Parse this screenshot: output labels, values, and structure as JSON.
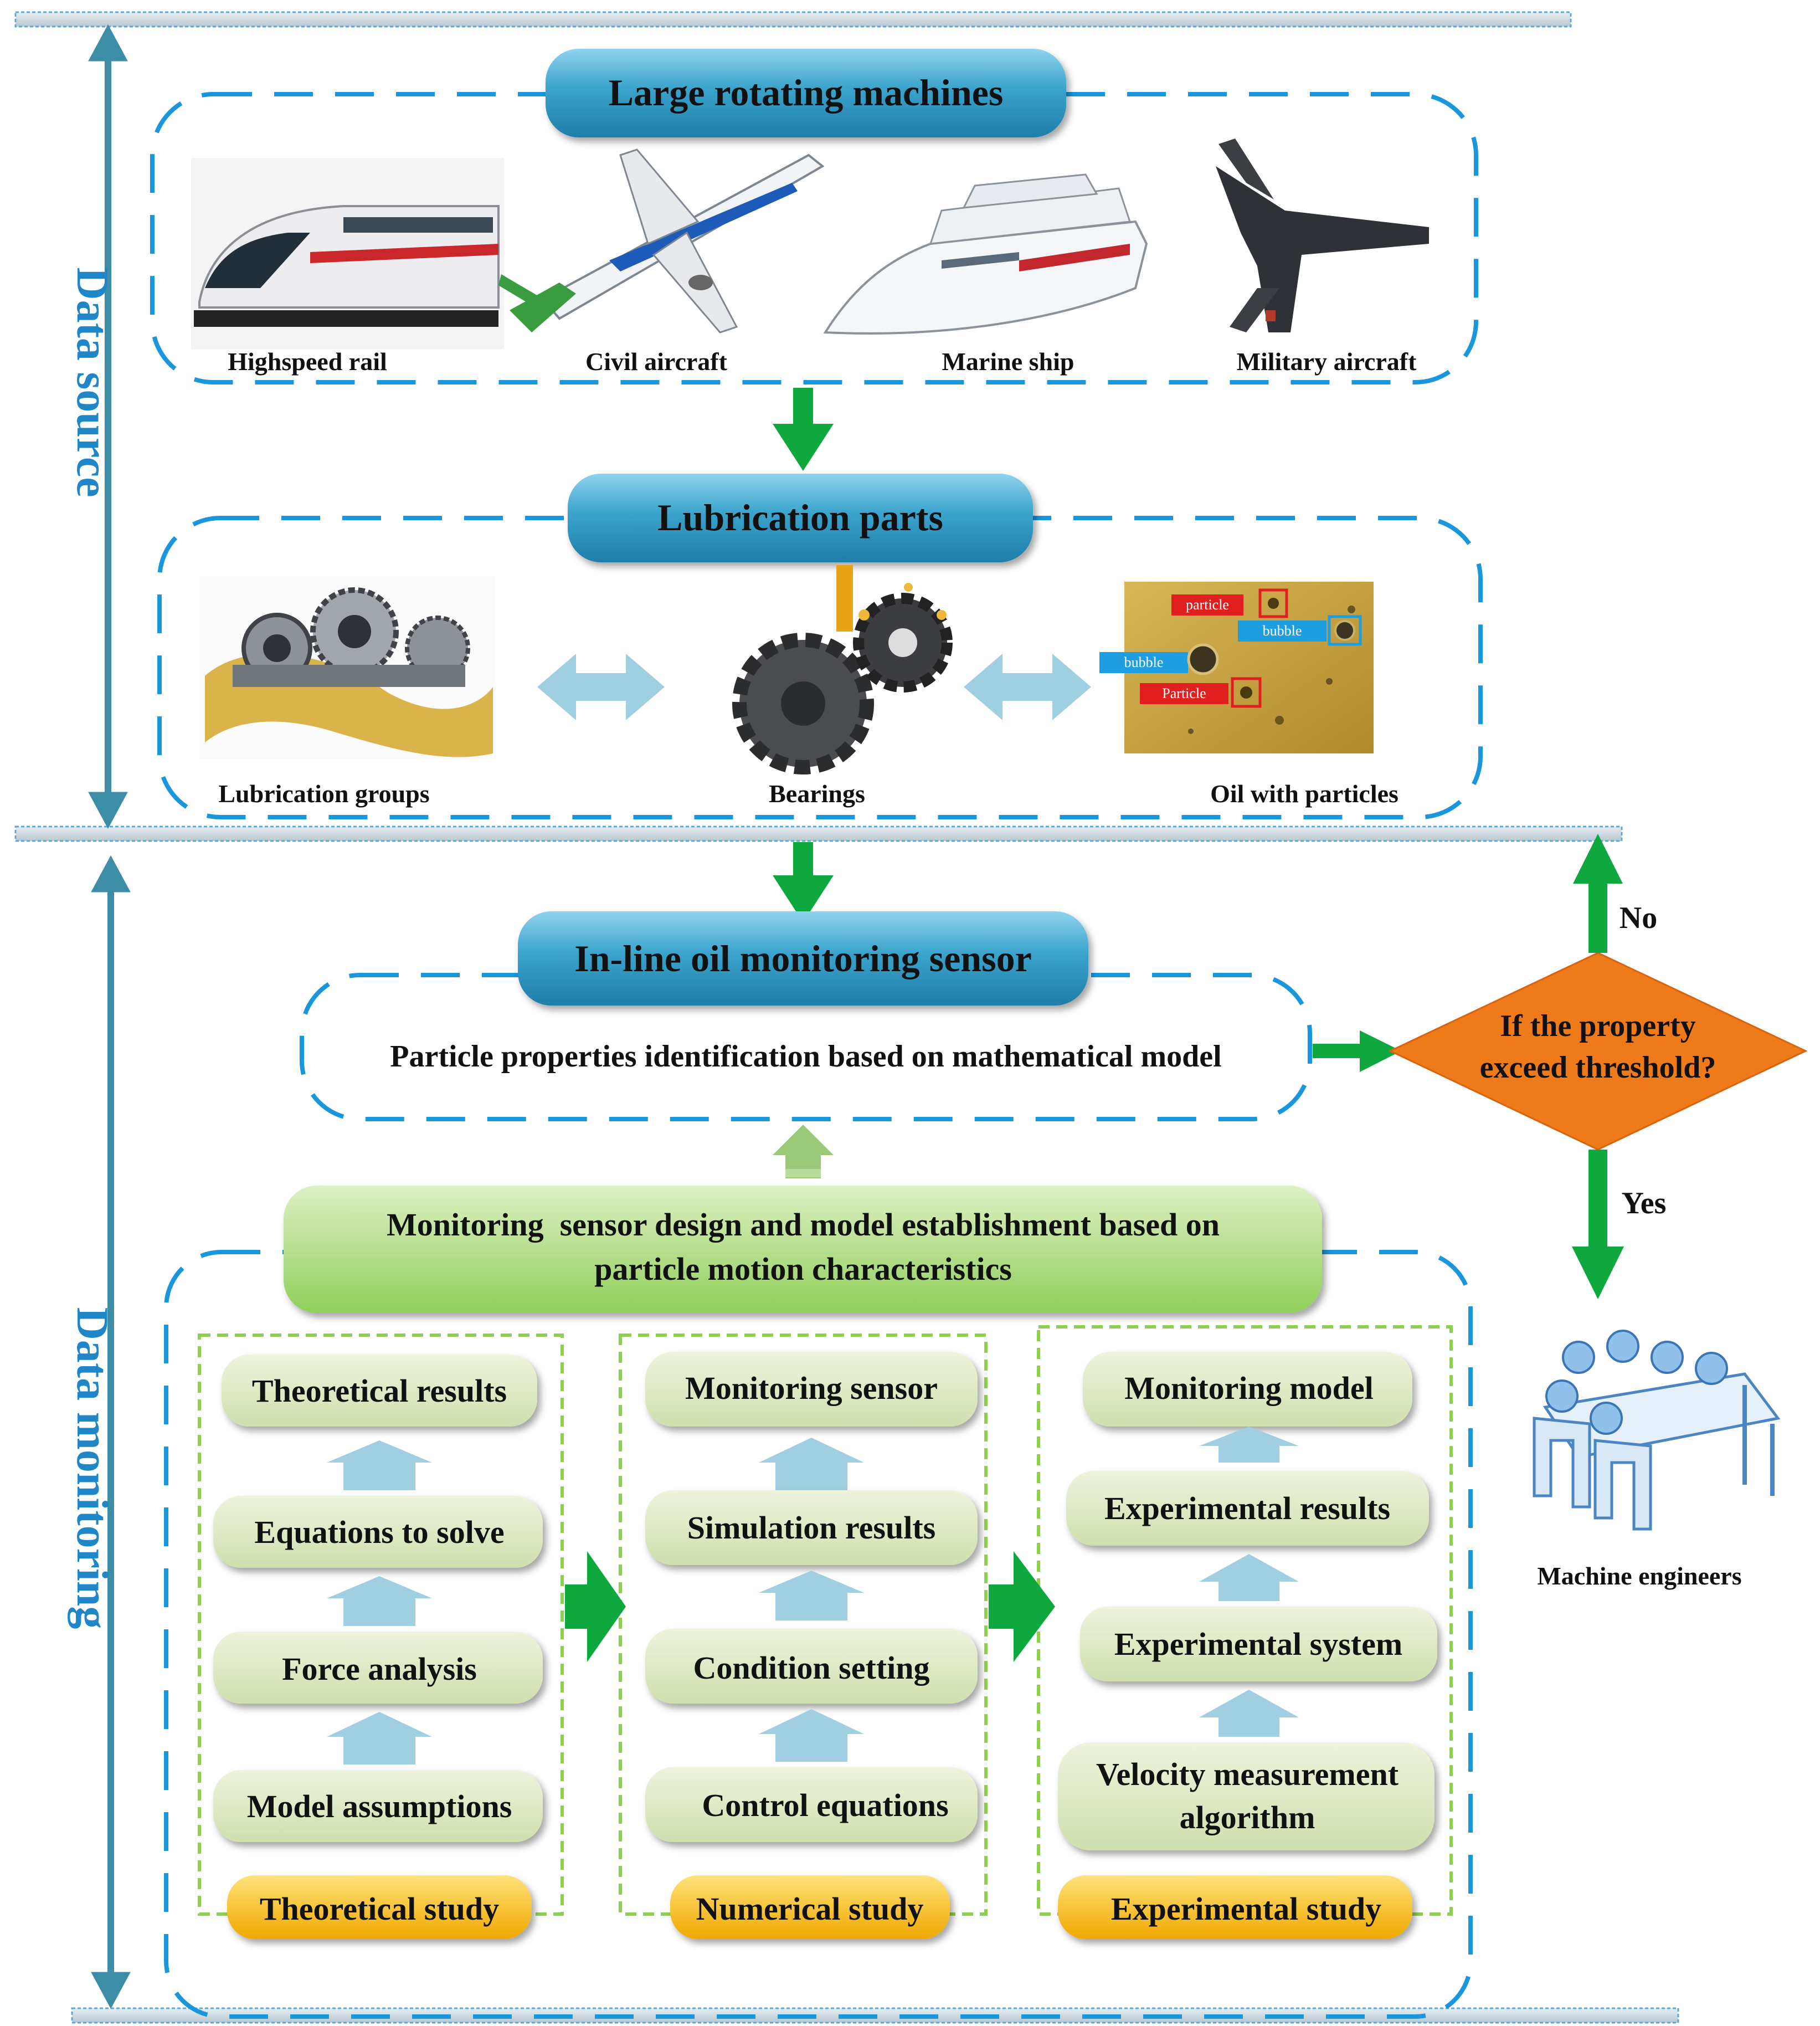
{
  "side_labels": {
    "data_source": "Data source",
    "data_monitoring": "Data monitoring"
  },
  "top_section": {
    "title": "Large rotating machines",
    "items": [
      "Highspeed rail",
      "Civil aircraft",
      "Marine ship",
      "Military aircraft"
    ]
  },
  "lubrication": {
    "title": "Lubrication parts",
    "items": [
      "Lubrication groups",
      "Bearings",
      "Oil with particles"
    ],
    "oil_labels": [
      "particle",
      "bubble",
      "bubble",
      "Particle"
    ]
  },
  "sensor": {
    "title": "In-line oil monitoring sensor",
    "subtitle": "Particle properties identification based on mathematical model"
  },
  "decision": {
    "text_line1": "If the property",
    "text_line2": "exceed threshold?",
    "no": "No",
    "yes": "Yes",
    "engineers": "Machine engineers"
  },
  "model_section": {
    "title_line1": "Monitoring  sensor design and model establishment based on",
    "title_line2": "particle motion characteristics",
    "columns": [
      {
        "label": "Theoretical study",
        "steps": [
          "Theoretical results",
          "Equations to solve",
          "Force analysis",
          "Model assumptions"
        ]
      },
      {
        "label": "Numerical study",
        "steps": [
          "Monitoring sensor",
          "Simulation results",
          "Condition setting",
          "Control equations"
        ]
      },
      {
        "label": "Experimental study",
        "steps": [
          "Monitoring model",
          "Experimental results",
          "Experimental system",
          "Velocity measurement",
          "algorithm"
        ]
      }
    ]
  },
  "colors": {
    "dash_blue": "#1a96dc",
    "title_blue": "#2e97bf",
    "green_arrow": "#0ea83f",
    "light_arrow": "#9fcfe0",
    "step_box": "#dde8c4",
    "study_label": "#f2b705",
    "decision": "#ef7a1a",
    "side_arrow": "#3e8da6"
  }
}
